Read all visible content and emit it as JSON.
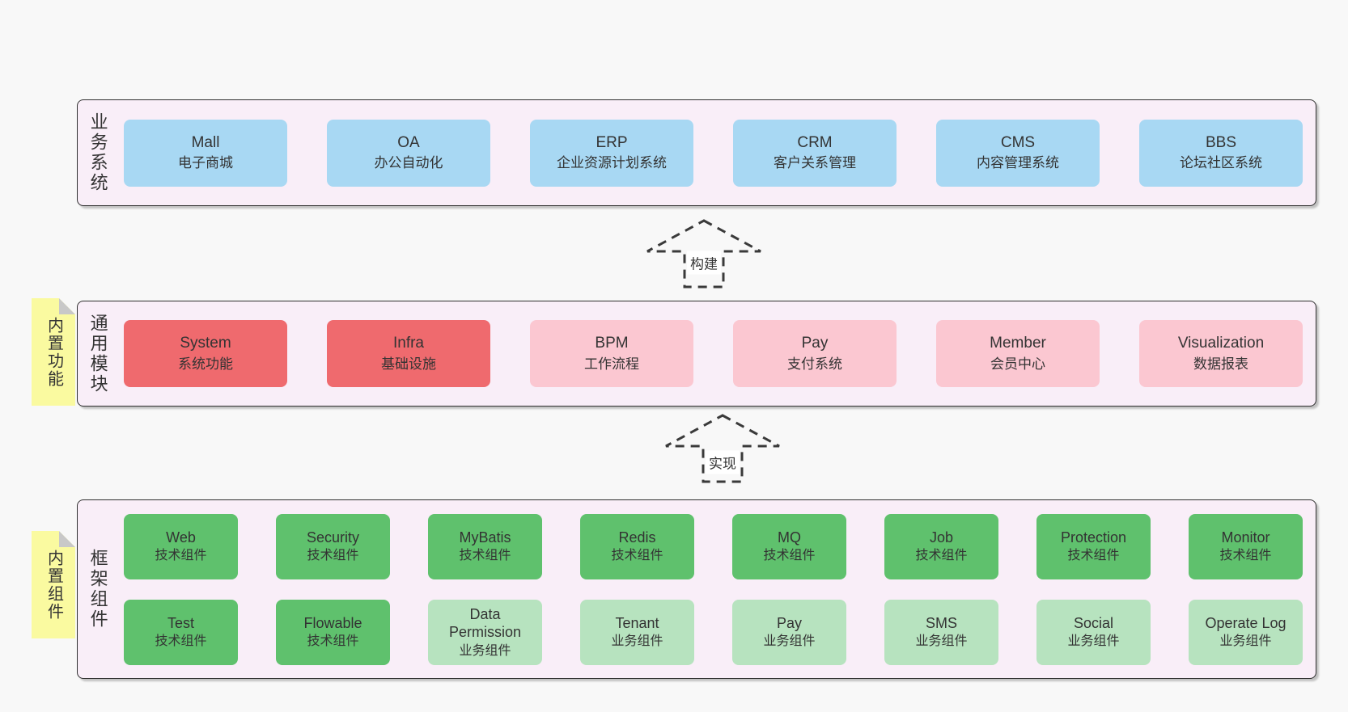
{
  "colors": {
    "pageBg": "#f8f8f8",
    "containerBg": "#f9eef8",
    "border": "#2f2f2f",
    "text": "#333333",
    "blue": "#a8d8f3",
    "red": "#ef6a6e",
    "pink": "#fbc7d1",
    "green": "#5fc16d",
    "greenLight": "#b7e3bf",
    "tabYellow": "#fafaa0",
    "fold": "#c8c8c8",
    "arrowStroke": "#3a3a3a",
    "labelBg": "#ffffff"
  },
  "layers": {
    "business": {
      "label": "业务系统",
      "boxes": [
        {
          "name": "Mall",
          "subtitle": "电子商城",
          "color": "blue"
        },
        {
          "name": "OA",
          "subtitle": "办公自动化",
          "color": "blue"
        },
        {
          "name": "ERP",
          "subtitle": "企业资源计划系统",
          "color": "blue"
        },
        {
          "name": "CRM",
          "subtitle": "客户关系管理",
          "color": "blue"
        },
        {
          "name": "CMS",
          "subtitle": "内容管理系统",
          "color": "blue"
        },
        {
          "name": "BBS",
          "subtitle": "论坛社区系统",
          "color": "blue"
        }
      ]
    },
    "modules": {
      "label": "通用模块",
      "tab": "内置功能",
      "boxes": [
        {
          "name": "System",
          "subtitle": "系统功能",
          "color": "red"
        },
        {
          "name": "Infra",
          "subtitle": "基础设施",
          "color": "red"
        },
        {
          "name": "BPM",
          "subtitle": "工作流程",
          "color": "pink"
        },
        {
          "name": "Pay",
          "subtitle": "支付系统",
          "color": "pink"
        },
        {
          "name": "Member",
          "subtitle": "会员中心",
          "color": "pink"
        },
        {
          "name": "Visualization",
          "subtitle": "数据报表",
          "color": "pink"
        }
      ]
    },
    "components": {
      "label": "框架组件",
      "tab": "内置组件",
      "row1": [
        {
          "name": "Web",
          "subtitle": "技术组件",
          "color": "green"
        },
        {
          "name": "Security",
          "subtitle": "技术组件",
          "color": "green"
        },
        {
          "name": "MyBatis",
          "subtitle": "技术组件",
          "color": "green"
        },
        {
          "name": "Redis",
          "subtitle": "技术组件",
          "color": "green"
        },
        {
          "name": "MQ",
          "subtitle": "技术组件",
          "color": "green"
        },
        {
          "name": "Job",
          "subtitle": "技术组件",
          "color": "green"
        },
        {
          "name": "Protection",
          "subtitle": "技术组件",
          "color": "green"
        },
        {
          "name": "Monitor",
          "subtitle": "技术组件",
          "color": "green"
        }
      ],
      "row2": [
        {
          "name": "Test",
          "subtitle": "技术组件",
          "color": "green"
        },
        {
          "name": "Flowable",
          "subtitle": "技术组件",
          "color": "green"
        },
        {
          "name": "Data Permission",
          "subtitle": "业务组件",
          "color": "greenLight"
        },
        {
          "name": "Tenant",
          "subtitle": "业务组件",
          "color": "greenLight"
        },
        {
          "name": "Pay",
          "subtitle": "业务组件",
          "color": "greenLight"
        },
        {
          "name": "SMS",
          "subtitle": "业务组件",
          "color": "greenLight"
        },
        {
          "name": "Social",
          "subtitle": "业务组件",
          "color": "greenLight"
        },
        {
          "name": "Operate Log",
          "subtitle": "业务组件",
          "color": "greenLight"
        }
      ]
    }
  },
  "arrows": {
    "build": {
      "label": "构建"
    },
    "implement": {
      "label": "实现"
    }
  }
}
